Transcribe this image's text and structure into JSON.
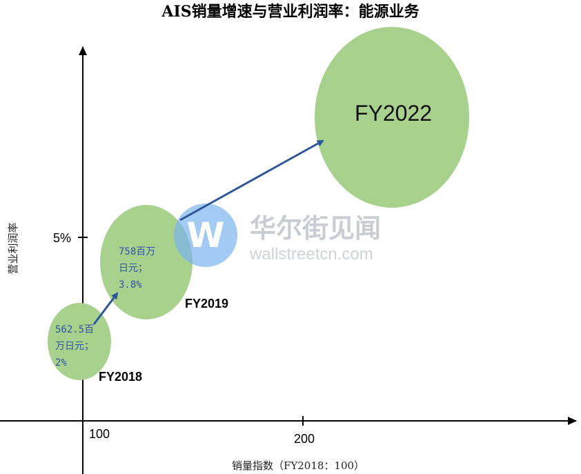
{
  "chart_data": {
    "type": "bubble",
    "title": "AIS销量增速与营业利润率：能源业务",
    "xlabel": "销量指数（FY2018：100）",
    "ylabel": "营业利润率",
    "x_ticks": [
      {
        "value": 100,
        "label": "100"
      },
      {
        "value": 200,
        "label": "200"
      }
    ],
    "y_ticks": [
      {
        "value": 5,
        "label": "5%"
      }
    ],
    "bubbles": [
      {
        "id": "fy2018",
        "label": "FY2018",
        "x": 99,
        "y": 2.0,
        "size": 562.5,
        "text_lines": [
          "562.5百",
          "万日元；",
          "2%"
        ]
      },
      {
        "id": "fy2019",
        "label": "FY2019",
        "x": 128,
        "y": 3.8,
        "size": 758,
        "text_lines": [
          "758百万",
          "日元；",
          "3.8%"
        ]
      },
      {
        "id": "fy2022",
        "label": "FY2022",
        "x": 240,
        "y": 8.4,
        "size": null,
        "text_lines": []
      }
    ],
    "arrows": [
      {
        "from": "fy2018",
        "to": "fy2019"
      },
      {
        "from": "fy2019",
        "to": "fy2022"
      }
    ],
    "colors": {
      "bubble": "#a9d18e",
      "arrow": "#2e5597",
      "bubble_text": "#2e54a4",
      "axis": "#000000"
    },
    "grid": false,
    "legend": "none"
  },
  "watermark": {
    "cn": "华尔街见闻",
    "en": "wallstreetcn.com",
    "icon": "wallstreetcn-logo-icon"
  }
}
